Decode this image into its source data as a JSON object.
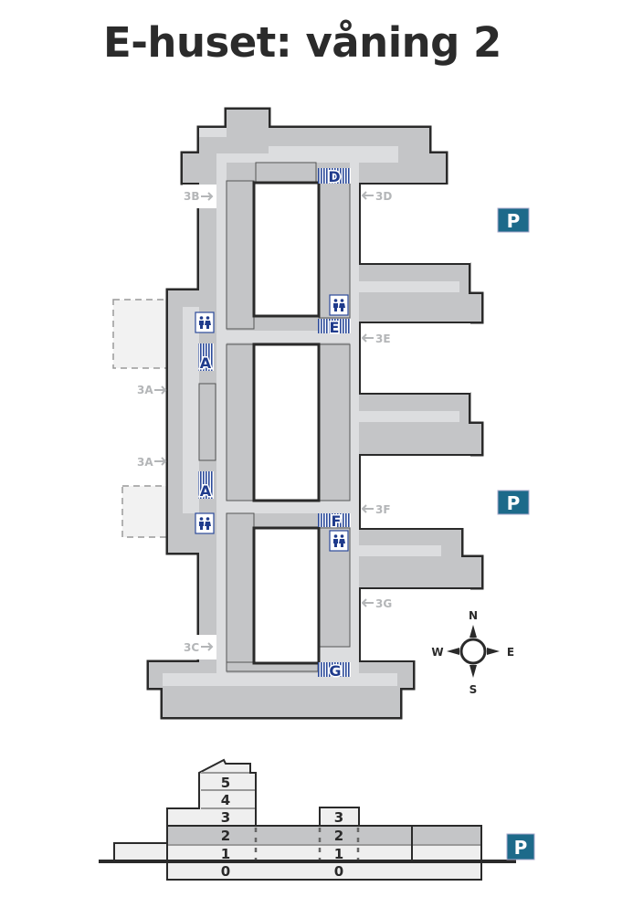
{
  "title": "E-huset: våning 2",
  "entrances": [
    "3B",
    "3D",
    "3E",
    "3A",
    "3A",
    "3F",
    "3G",
    "3C"
  ],
  "stairs": [
    "D",
    "E",
    "A",
    "A",
    "F",
    "G"
  ],
  "parking": {
    "label": "P",
    "color": "#1d6a8a"
  },
  "compass": {
    "n": "N",
    "s": "S",
    "e": "E",
    "w": "W"
  },
  "section": {
    "left_tower_floors": [
      "5",
      "4",
      "3",
      "2",
      "1",
      "0"
    ],
    "middle_floors": [
      "3",
      "2",
      "1",
      "0"
    ],
    "current_floor": "2",
    "parking_label": "P"
  },
  "colors": {
    "stair_blue": "#1f3b8c",
    "building": "#c4c5c7",
    "corridor": "#dcdddf",
    "outline": "#2a2a2a"
  }
}
